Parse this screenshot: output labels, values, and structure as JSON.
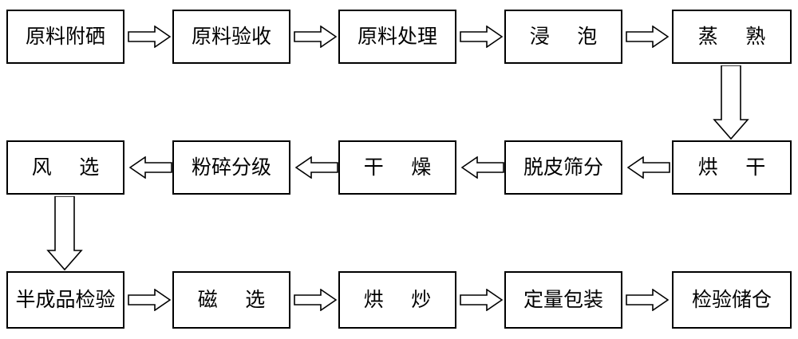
{
  "diagram": {
    "title": "selenium-enriched raw material processing flow chart",
    "type": "process-flow",
    "direction": "serpentine",
    "stroke_color": "#000000",
    "fill_color": "#ffffff",
    "rows": [
      {
        "row": 1,
        "flow": "left-to-right",
        "nodes": [
          {
            "id": "n1",
            "label": "原料附硒",
            "spaced": false
          },
          {
            "id": "n2",
            "label": "原料验收",
            "spaced": false
          },
          {
            "id": "n3",
            "label": "原料处理",
            "spaced": false
          },
          {
            "id": "n4",
            "label": "浸  泡",
            "spaced": true
          },
          {
            "id": "n5",
            "label": "蒸  熟",
            "spaced": true
          }
        ]
      },
      {
        "row": 2,
        "flow": "right-to-left",
        "nodes": [
          {
            "id": "n6",
            "label": "烘  干",
            "spaced": true
          },
          {
            "id": "n7",
            "label": "脱皮筛分",
            "spaced": false
          },
          {
            "id": "n8",
            "label": "干  燥",
            "spaced": true
          },
          {
            "id": "n9",
            "label": "粉碎分级",
            "spaced": false
          },
          {
            "id": "n10",
            "label": "风  选",
            "spaced": true
          }
        ]
      },
      {
        "row": 3,
        "flow": "left-to-right",
        "nodes": [
          {
            "id": "n11",
            "label": "半成品检验",
            "spaced": false
          },
          {
            "id": "n12",
            "label": "磁  选",
            "spaced": true
          },
          {
            "id": "n13",
            "label": "烘  炒",
            "spaced": true
          },
          {
            "id": "n14",
            "label": "定量包装",
            "spaced": false
          },
          {
            "id": "n15",
            "label": "检验储仓",
            "spaced": false
          }
        ]
      }
    ],
    "connectors": [
      {
        "from": "n1",
        "to": "n2",
        "direction": "right"
      },
      {
        "from": "n2",
        "to": "n3",
        "direction": "right"
      },
      {
        "from": "n3",
        "to": "n4",
        "direction": "right"
      },
      {
        "from": "n4",
        "to": "n5",
        "direction": "right"
      },
      {
        "from": "n5",
        "to": "n6",
        "direction": "down"
      },
      {
        "from": "n6",
        "to": "n7",
        "direction": "left"
      },
      {
        "from": "n7",
        "to": "n8",
        "direction": "left"
      },
      {
        "from": "n8",
        "to": "n9",
        "direction": "left"
      },
      {
        "from": "n9",
        "to": "n10",
        "direction": "left"
      },
      {
        "from": "n10",
        "to": "n11",
        "direction": "down"
      },
      {
        "from": "n11",
        "to": "n12",
        "direction": "right"
      },
      {
        "from": "n12",
        "to": "n13",
        "direction": "right"
      },
      {
        "from": "n13",
        "to": "n14",
        "direction": "right"
      },
      {
        "from": "n14",
        "to": "n15",
        "direction": "right"
      }
    ]
  }
}
